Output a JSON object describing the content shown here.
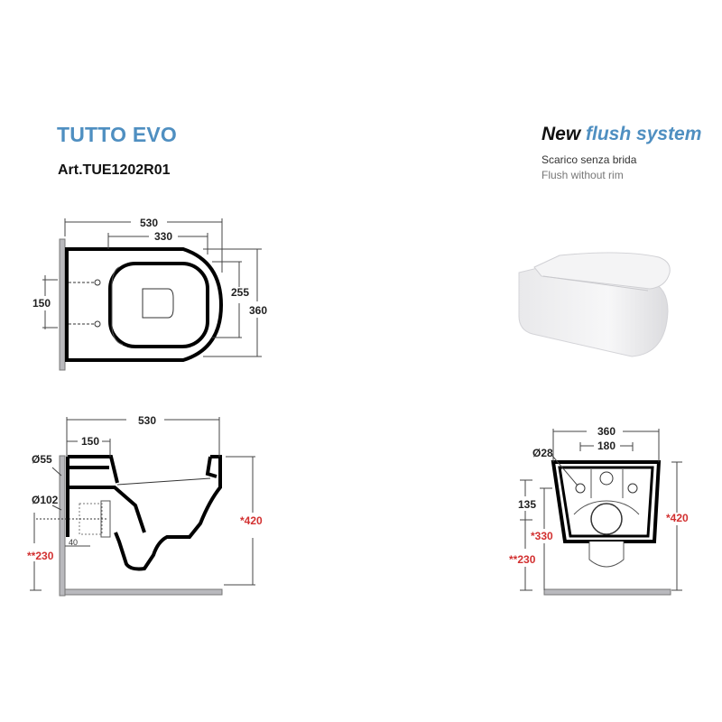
{
  "header": {
    "product_name": "TUTTO EVO",
    "article_code": "Art.TUE1202R01"
  },
  "feature": {
    "title_prefix": "New",
    "title_accent": "flush system",
    "subtitle_it": "Scarico senza brida",
    "subtitle_en": "Flush without rim"
  },
  "colors": {
    "accent": "#4f8fc1",
    "required_dim_red": "#d23030",
    "wall_gray": "#b9b9bd"
  },
  "top_view": {
    "overall_length": "530",
    "fixing_to_front": "330",
    "inner_width": "255",
    "overall_width": "360",
    "fixing_spacing": "150"
  },
  "side_view": {
    "overall_length": "530",
    "inlet_depth": "150",
    "inlet_diameter": "Ø55",
    "outlet_diameter": "Ø102",
    "wall_offset": "40",
    "outlet_height": "**230",
    "rim_height": "*420"
  },
  "front_view": {
    "overall_width": "360",
    "fixing_spacing": "180",
    "fixing_hole_diameter": "Ø28",
    "fixing_height_offset": "135",
    "fixing_height": "*330",
    "outlet_height": "**230",
    "rim_height": "*420"
  }
}
